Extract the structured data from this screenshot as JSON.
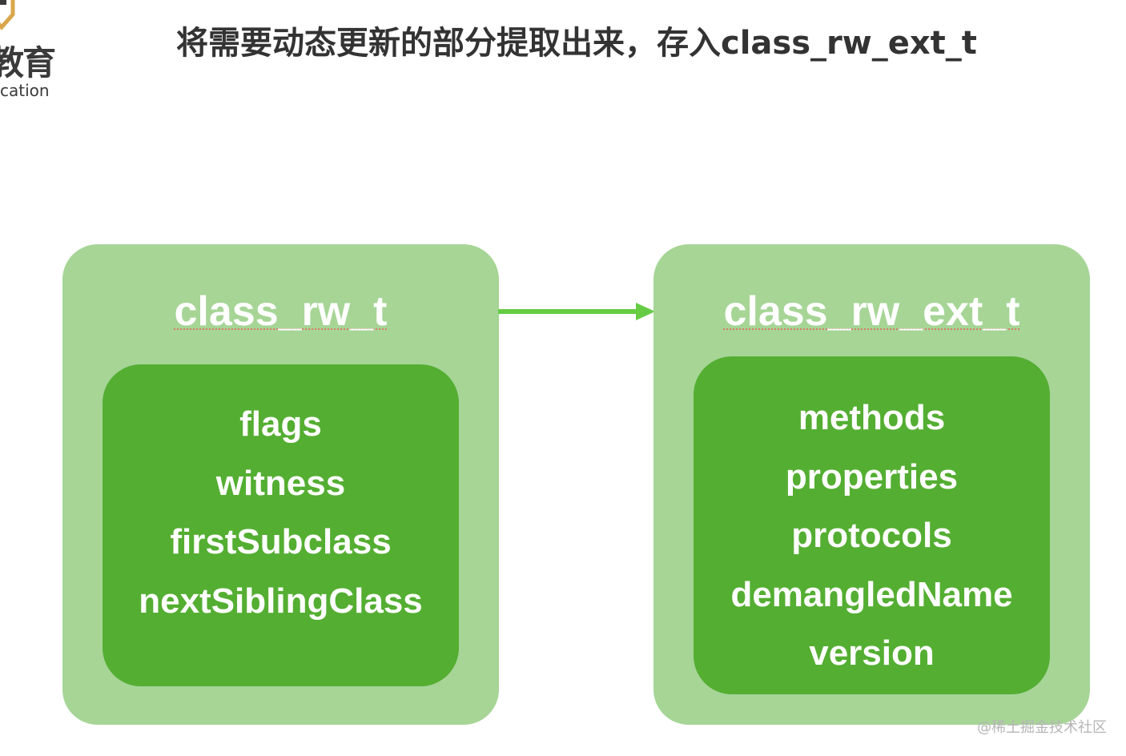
{
  "logo": {
    "brand_cn": "教育",
    "brand_en": "cation"
  },
  "title": "将需要动态更新的部分提取出来，存入class_rw_ext_t",
  "left_box": {
    "title": "class_rw_t",
    "fields": [
      "flags",
      "witness",
      "firstSubclass",
      "nextSiblingClass"
    ]
  },
  "right_box": {
    "title": "class_rw_ext_t",
    "fields": [
      "methods",
      "properties",
      "protocols",
      "demangledName",
      "version"
    ]
  },
  "watermark": "@稀土掘金技术社区",
  "colors": {
    "outer_box": "#a6d596",
    "inner_box": "#54ae32",
    "arrow": "#66cc44",
    "title_text": "#333333",
    "logo_accent": "#d9a64a"
  }
}
